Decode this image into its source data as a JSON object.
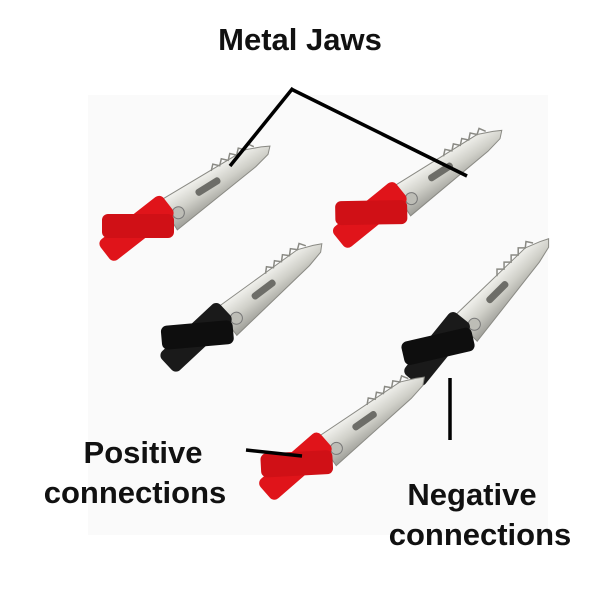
{
  "labels": {
    "metal_jaws": "Metal Jaws",
    "positive_line1": "Positive",
    "positive_line2": "connections",
    "negative_line1": "Negative",
    "negative_line2": "connections"
  },
  "colors": {
    "red_handle": "#e0141a",
    "black_handle": "#151515",
    "metal": "#d8d8d2",
    "line": "#000000"
  }
}
